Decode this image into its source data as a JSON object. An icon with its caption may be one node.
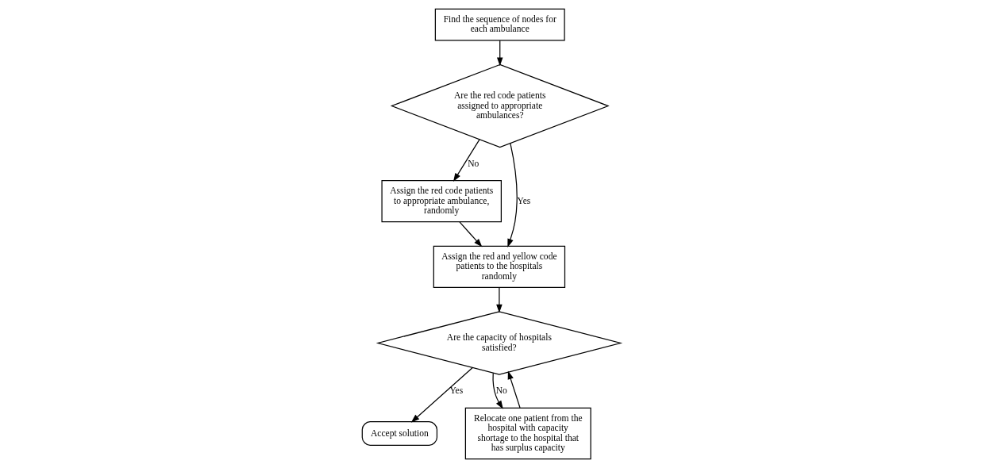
{
  "diagram": {
    "nodes": [
      {
        "text": [
          "Find the sequence of nodes for each ambulance"
        ]
      },
      {
        "text": [
          "Are the red code patients assigned to appropriate ambulances?"
        ]
      },
      {
        "text": [
          "Assign the red code patients to appropriate ambulance, randomly"
        ]
      },
      {
        "text": [
          "Assign the red and yellow code patients to the hospitals randomly"
        ]
      },
      {
        "text": [
          "Are the capacity of hospitals satisfied?"
        ]
      },
      {
        "text": [
          "Accept solution"
        ]
      },
      {
        "text": [
          "Relocate one patient from the hospital with capacity shortage to the hospital that has surplus capacity"
        ]
      }
    ],
    "edges": [
      {
        "from": 0,
        "to": 1,
        "arrow": "to"
      },
      {
        "from": 1,
        "to": 3,
        "arrow": "to",
        "label": "Yes"
      },
      {
        "from": 1,
        "to": 2,
        "arrow": "to",
        "label": "No"
      },
      {
        "from": 2,
        "to": 3,
        "arrow": "to"
      },
      {
        "from": 3,
        "to": 4,
        "arrow": "to"
      },
      {
        "from": 4,
        "to": 5,
        "arrow": "to",
        "label": "Yes"
      },
      {
        "from": 4,
        "to": 6,
        "arrow": "to",
        "label": "No"
      },
      {
        "from": 6,
        "to": 4,
        "arrow": "to"
      }
    ]
  }
}
